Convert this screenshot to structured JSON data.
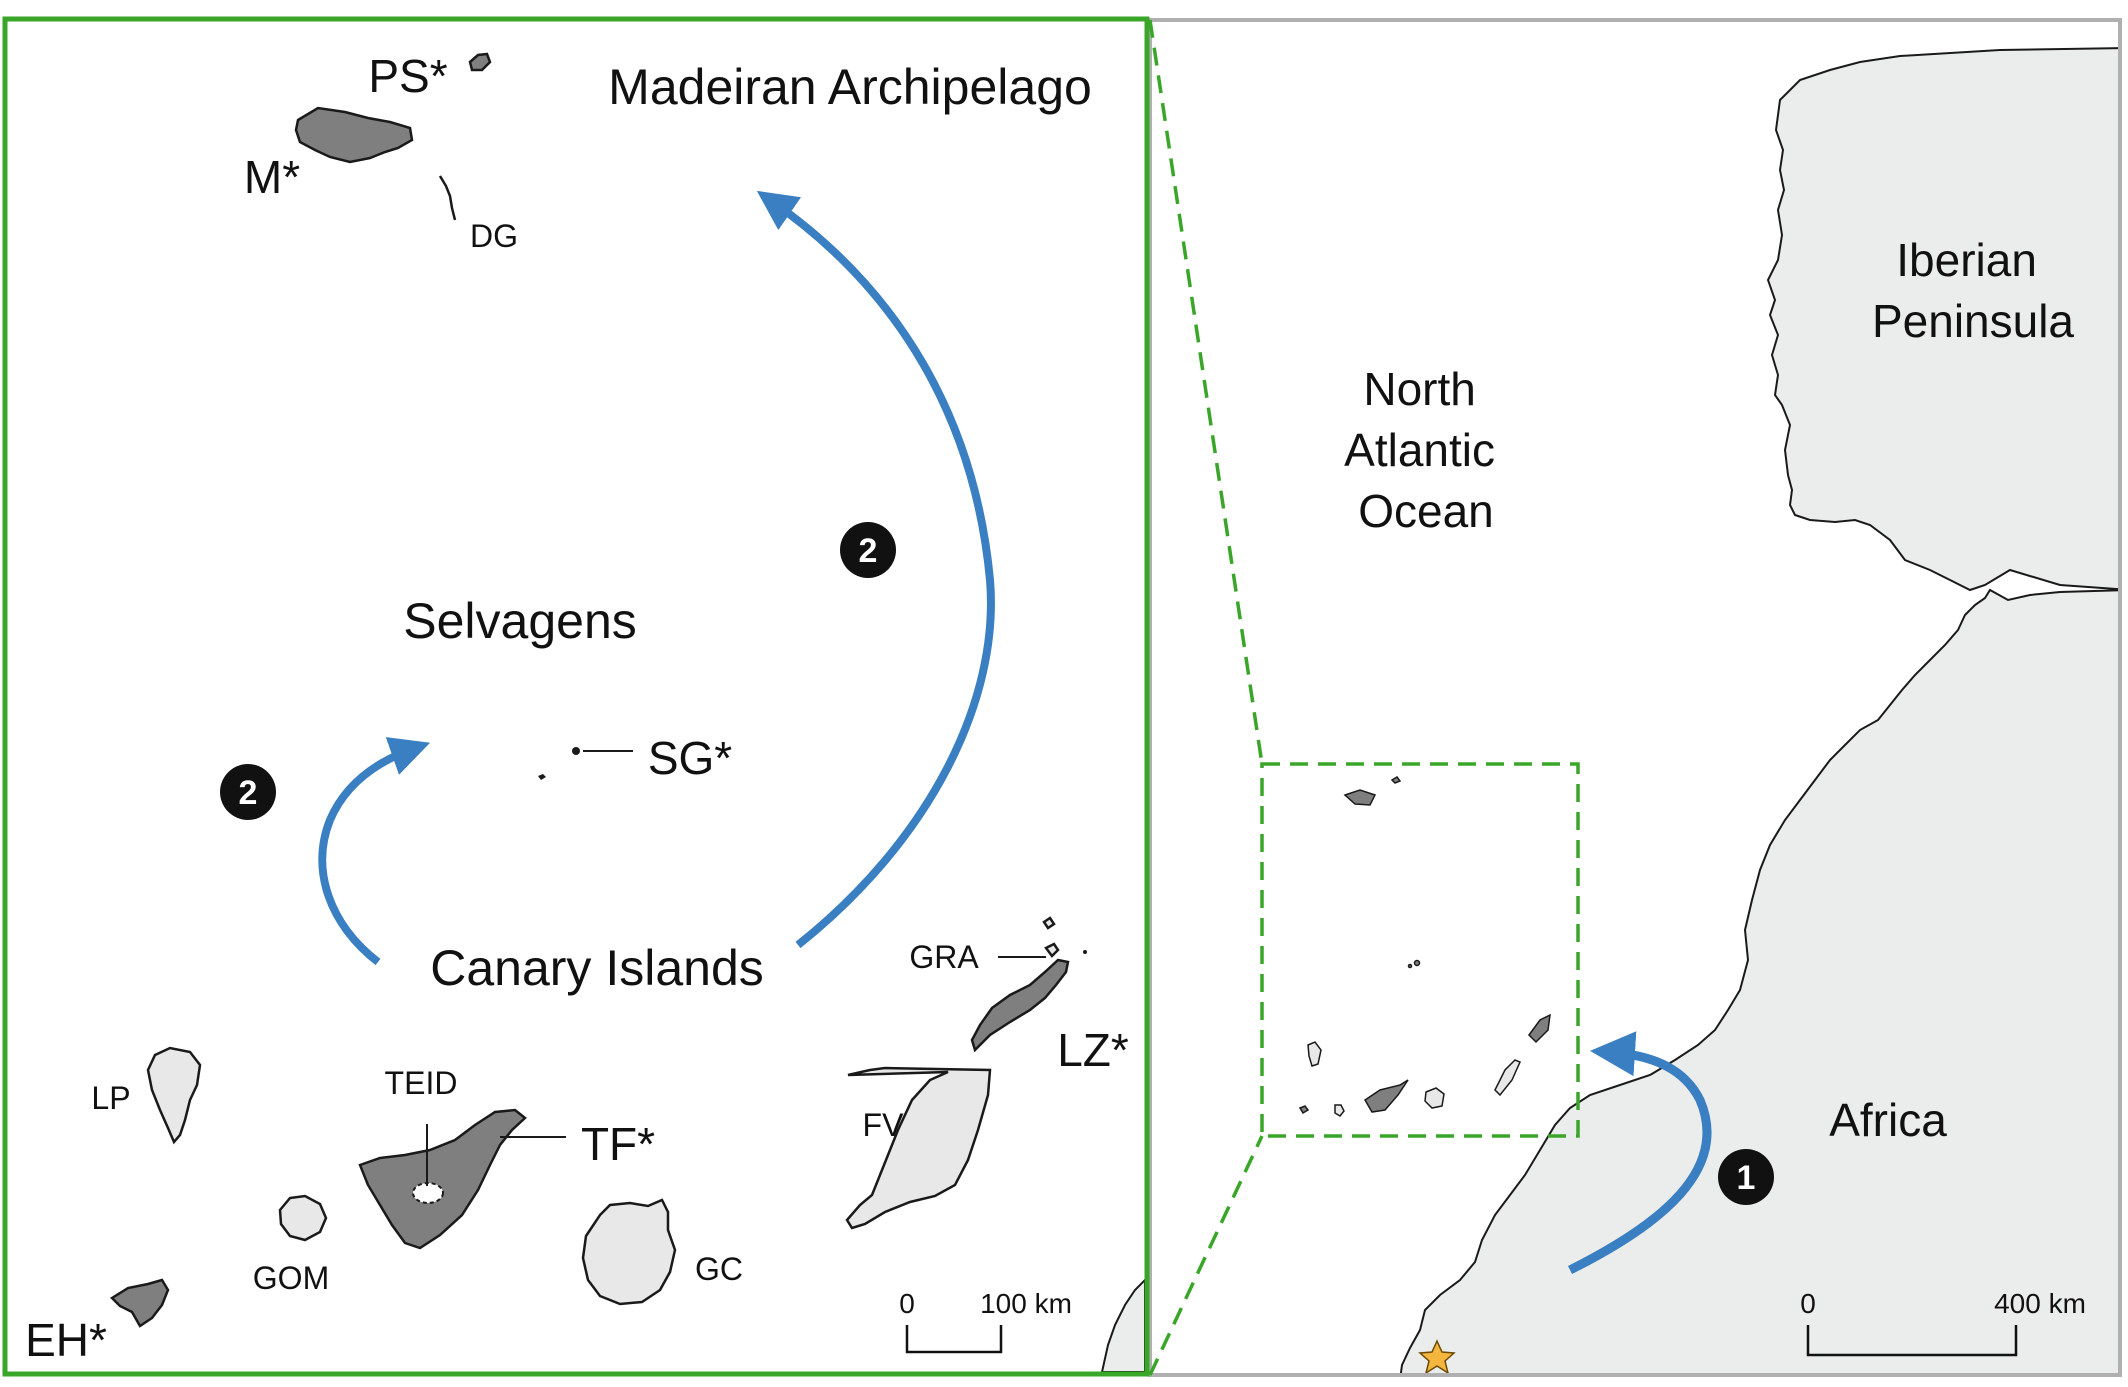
{
  "inset": {
    "region_label": "Madeiran Archipelago",
    "selvagens_label": "Selvagens",
    "canary_label": "Canary Islands",
    "step_number": "2",
    "islands": {
      "PS": "PS*",
      "M": "M*",
      "DG": "DG",
      "SG": "SG*",
      "LP": "LP",
      "TEID": "TEID",
      "TF": "TF*",
      "GRA": "GRA",
      "LZ": "LZ*",
      "FV": "FV",
      "GOM": "GOM",
      "GC": "GC",
      "EH": "EH*"
    },
    "scale": {
      "zero": "0",
      "end": "100 km"
    }
  },
  "overview": {
    "ocean_label": [
      "North",
      "Atlantic",
      "Ocean"
    ],
    "iberia_label": [
      "Iberian",
      "Peninsula"
    ],
    "africa_label": "Africa",
    "step_number": "1",
    "scale": {
      "zero": "0",
      "end": "400 km"
    }
  },
  "colors": {
    "inset_border": "#3aa629",
    "zoom_dashes": "#3aa629",
    "frame_border": "#b0b0b0",
    "arrow": "#3a7fc1",
    "land": "#ebecec",
    "island_dark": "#7f7f7f",
    "island_light": "#e8e8e8",
    "star": "#f4b63e"
  },
  "icons": {
    "origin_marker": "star-icon"
  }
}
